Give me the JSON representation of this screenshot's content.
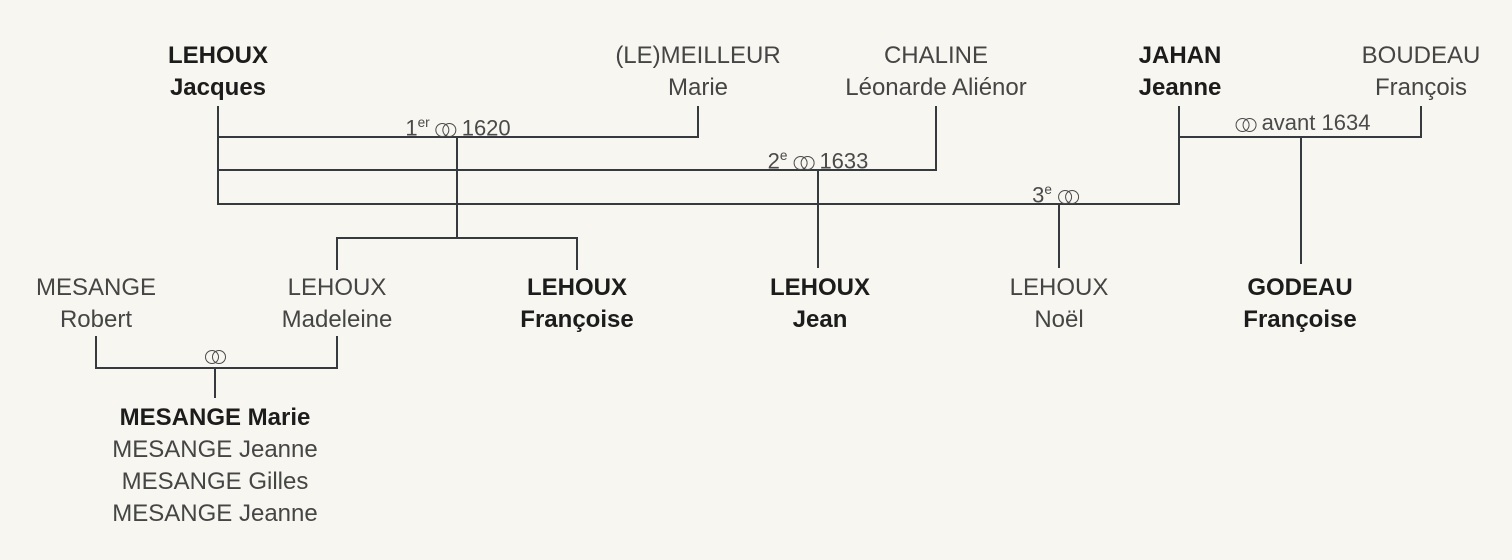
{
  "page": {
    "background_color": "#f8f6f1",
    "line_color": "#343a3d",
    "text_color": "#454545",
    "bold_text_color": "#1c1c1c"
  },
  "tree": {
    "generation1": [
      {
        "surname": "LEHOUX",
        "given": "Jacques",
        "emphasis": "bold"
      },
      {
        "surname": "(LE)MEILLEUR",
        "given": "Marie",
        "emphasis": "normal"
      },
      {
        "surname": "CHALINE",
        "given": "Léonarde Aliénor",
        "emphasis": "normal"
      },
      {
        "surname": "JAHAN",
        "given": "Jeanne",
        "emphasis": "bold"
      },
      {
        "surname": "BOUDEAU",
        "given": "François",
        "emphasis": "normal"
      }
    ],
    "marriages": [
      {
        "ordinal": "1",
        "ordinal_suffix": "er",
        "year": "1620",
        "symbol": "marriage-rings"
      },
      {
        "ordinal": "2",
        "ordinal_suffix": "e",
        "year": "1633",
        "symbol": "marriage-rings"
      },
      {
        "ordinal": "3",
        "ordinal_suffix": "e",
        "year": "",
        "symbol": "marriage-rings"
      },
      {
        "ordinal": "",
        "ordinal_suffix": "",
        "year": "avant 1634",
        "symbol": "marriage-rings"
      },
      {
        "ordinal": "",
        "ordinal_suffix": "",
        "year": "",
        "symbol": "marriage-rings"
      }
    ],
    "generation2": [
      {
        "surname": "MESANGE",
        "given": "Robert",
        "emphasis": "normal"
      },
      {
        "surname": "LEHOUX",
        "given": "Madeleine",
        "emphasis": "normal"
      },
      {
        "surname": "LEHOUX",
        "given": "Françoise",
        "emphasis": "bold"
      },
      {
        "surname": "LEHOUX",
        "given": "Jean",
        "emphasis": "bold"
      },
      {
        "surname": "LEHOUX",
        "given": "Noël",
        "emphasis": "normal"
      },
      {
        "surname": "GODEAU",
        "given": "Françoise",
        "emphasis": "bold"
      }
    ],
    "generation3": [
      {
        "name": "MESANGE Marie",
        "emphasis": "bold"
      },
      {
        "name": "MESANGE Jeanne",
        "emphasis": "normal"
      },
      {
        "name": "MESANGE Gilles",
        "emphasis": "normal"
      },
      {
        "name": "MESANGE Jeanne",
        "emphasis": "normal"
      }
    ]
  }
}
